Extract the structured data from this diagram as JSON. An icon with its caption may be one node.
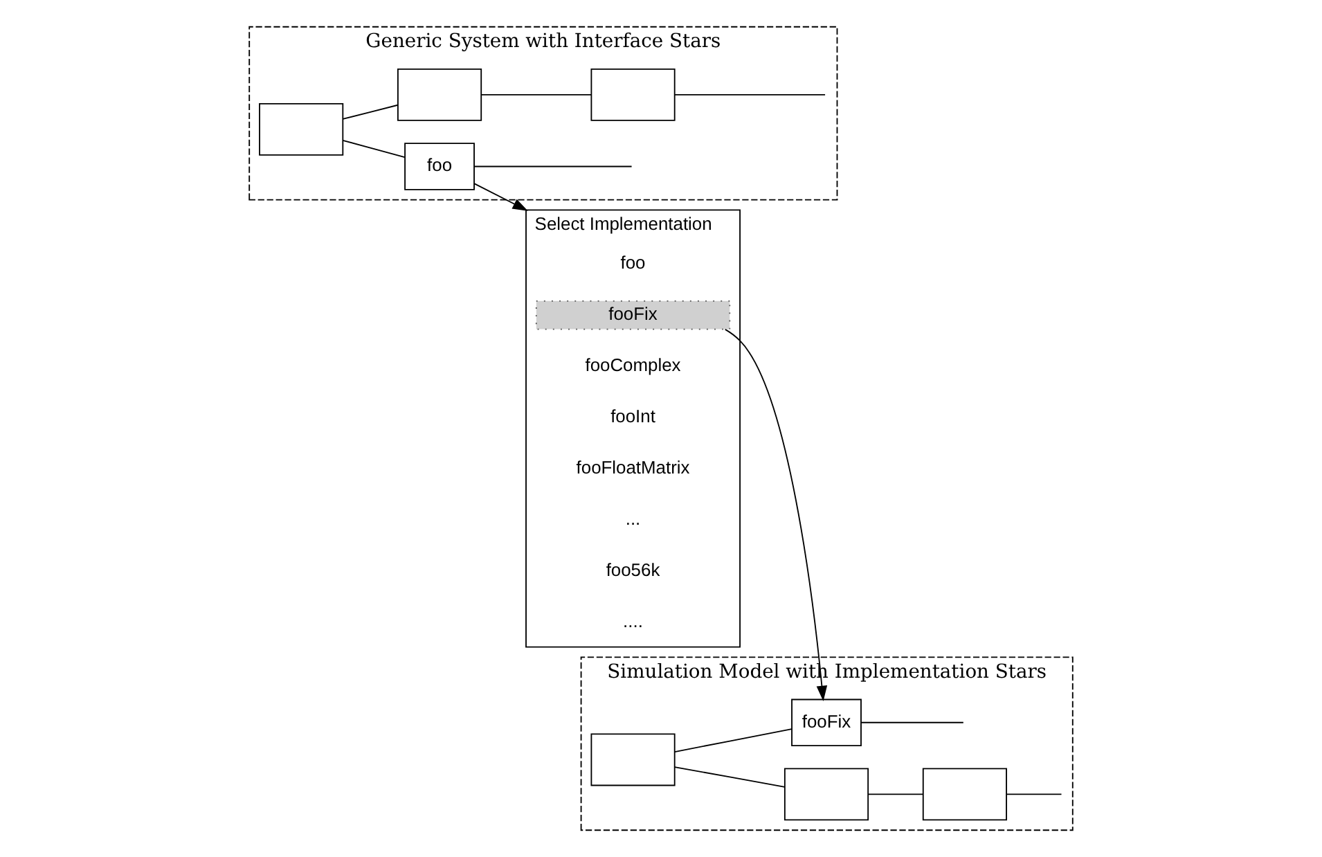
{
  "diagram": {
    "nodes": [
      {
        "text": [
          "Generic System with Interface Stars"
        ]
      },
      {
        "text": [],
        "shape": "box",
        "in": 0
      },
      {
        "text": [],
        "shape": "box",
        "in": 0
      },
      {
        "text": [],
        "shape": "box",
        "in": 0
      },
      {
        "text": [
          "foo"
        ],
        "in": 0
      },
      {
        "text": [
          "Simulation Model with Implementation Stars"
        ]
      },
      {
        "text": [],
        "shape": "box",
        "in": 5
      },
      {
        "text": [],
        "shape": "box",
        "in": 5
      },
      {
        "text": [],
        "shape": "box",
        "in": 5
      },
      {
        "text": [
          "fooFix"
        ],
        "in": 5
      },
      {
        "text": [
          "Select Implementation"
        ]
      },
      {
        "text": [
          "foo"
        ],
        "in": 10
      },
      {
        "text": [
          "fooFix"
        ],
        "in": 10
      },
      {
        "text": [
          "fooComplex"
        ],
        "in": 10
      },
      {
        "text": [
          "fooInt"
        ],
        "in": 10
      },
      {
        "text": [
          "fooFloatMatrix"
        ],
        "in": 10
      },
      {
        "text": [
          "..."
        ],
        "in": 10
      },
      {
        "text": [
          "foo56k"
        ],
        "in": 10
      },
      {
        "text": [
          "...."
        ],
        "in": 10
      }
    ],
    "edges": [
      {
        "from": 1,
        "to": 2,
        "arrow": "none"
      },
      {
        "from": 1,
        "to": 4,
        "arrow": "none"
      },
      {
        "from": 2,
        "to": 3,
        "arrow": "none"
      },
      {
        "from": 3,
        "to": null,
        "arrow": "none"
      },
      {
        "from": 4,
        "to": null,
        "arrow": "none"
      },
      {
        "from": 6,
        "to": 7,
        "arrow": "none"
      },
      {
        "from": 6,
        "to": 9,
        "arrow": "none"
      },
      {
        "from": 7,
        "to": 8,
        "arrow": "none"
      },
      {
        "from": 8,
        "to": null,
        "arrow": "none"
      },
      {
        "from": 9,
        "to": null,
        "arrow": "none"
      },
      {
        "from": 4,
        "to": 10,
        "arrow": "to"
      },
      {
        "from": 12,
        "to": 9,
        "arrow": "to"
      }
    ]
  }
}
